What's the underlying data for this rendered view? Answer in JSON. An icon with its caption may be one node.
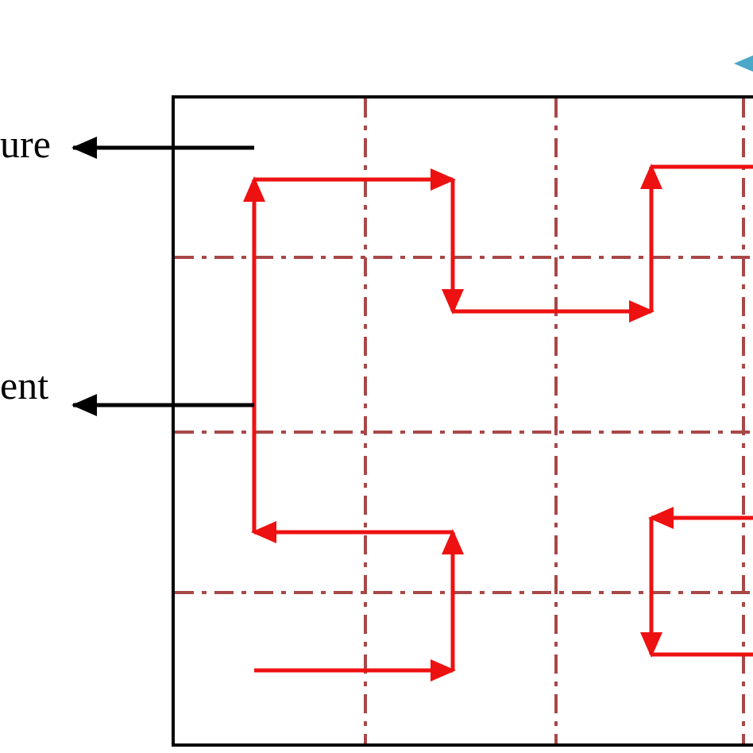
{
  "diagram": {
    "nodes": [
      {
        "text": [
          "ure"
        ]
      },
      {
        "text": [
          "ent"
        ]
      },
      {
        "text": [],
        "shape": "box"
      }
    ],
    "edges": [
      {
        "from": 2,
        "to": 0,
        "arrow": "to"
      },
      {
        "from": 2,
        "to": 1,
        "arrow": "to"
      }
    ]
  }
}
